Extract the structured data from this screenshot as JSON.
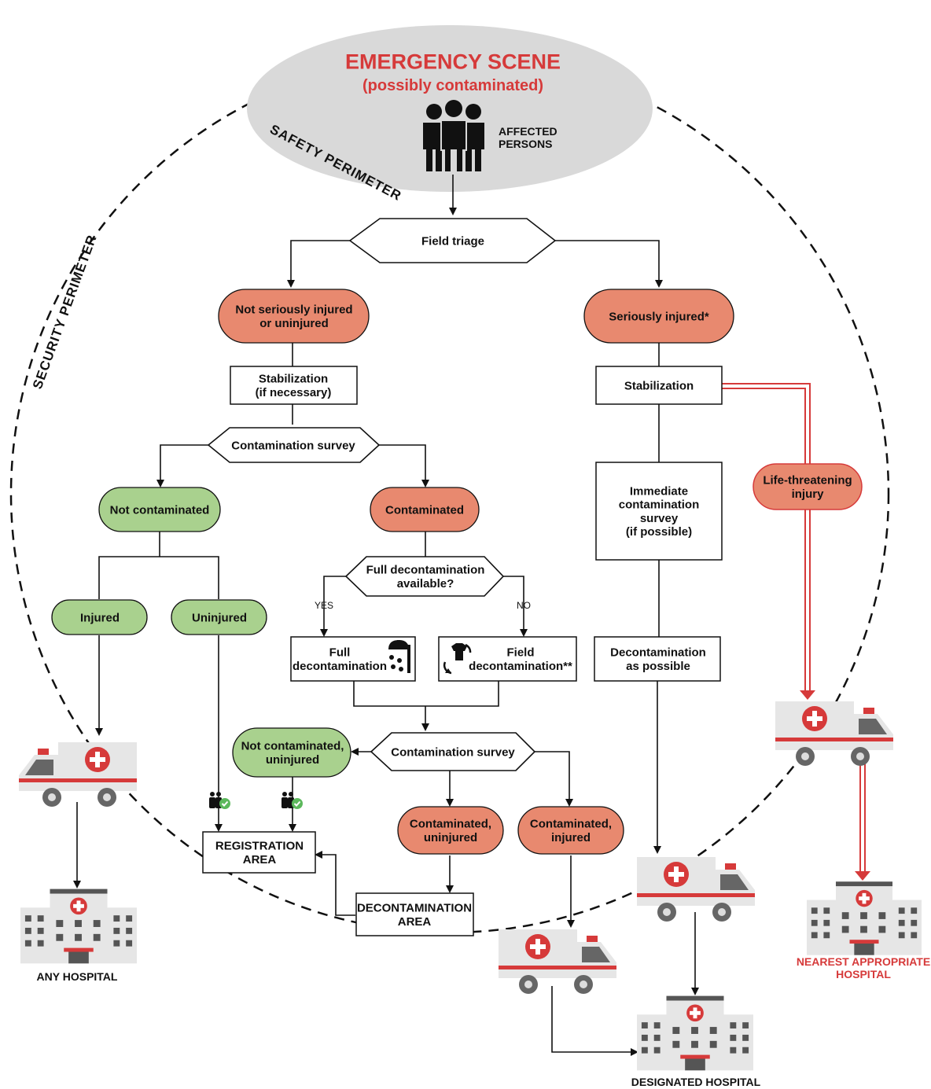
{
  "title": "EMERGENCY SCENE",
  "subtitle": "(possibly contaminated)",
  "affected_persons": [
    "AFFECTED",
    "PERSONS"
  ],
  "safety_perimeter": "SAFETY PERIMETER",
  "security_perimeter": "SECURITY PERIMETER",
  "nodes": {
    "field_triage": [
      "Field triage"
    ],
    "not_seriously_injured": [
      "Not seriously injured",
      "or uninjured"
    ],
    "seriously_injured": [
      "Seriously injured*"
    ],
    "stabilization_if_necessary": [
      "Stabilization",
      "(if necessary)"
    ],
    "stabilization": [
      "Stabilization"
    ],
    "contamination_survey_1": [
      "Contamination survey"
    ],
    "not_contaminated": [
      "Not contaminated"
    ],
    "contaminated": [
      "Contaminated"
    ],
    "immediate_survey": [
      "Immediate",
      "contamination",
      "survey",
      "(if possible)"
    ],
    "life_threatening": [
      "Life-threatening",
      "injury"
    ],
    "full_decon_available": [
      "Full decontamination",
      "available?"
    ],
    "yes": [
      "YES"
    ],
    "no": [
      "NO"
    ],
    "injured": [
      "Injured"
    ],
    "uninjured": [
      "Uninjured"
    ],
    "full_decontamination": [
      "Full",
      "decontamination"
    ],
    "field_decontamination": [
      "Field",
      "decontamination**"
    ],
    "decon_as_possible": [
      "Decontamination",
      "as possible"
    ],
    "not_contaminated_uninjured": [
      "Not contaminated,",
      "uninjured"
    ],
    "contamination_survey_2": [
      "Contamination survey"
    ],
    "contaminated_uninjured": [
      "Contaminated,",
      "uninjured"
    ],
    "contaminated_injured": [
      "Contaminated,",
      "injured"
    ],
    "registration_area": [
      "REGISTRATION",
      "AREA"
    ],
    "decontamination_area": [
      "DECONTAMINATION",
      "AREA"
    ]
  },
  "captions": {
    "any_hospital": [
      "ANY HOSPITAL"
    ],
    "designated_hospital": [
      "DESIGNATED HOSPITAL"
    ],
    "nearest_hospital": [
      "NEAREST APPROPRIATE",
      "HOSPITAL"
    ]
  },
  "colors": {
    "red": "#d63a3a",
    "salmon": "#e8896f",
    "green": "#a9d18e",
    "gray_ellipse": "#d9d9d9",
    "vehicle_gray": "#e6e6e6",
    "dark_gray": "#555555"
  },
  "icons": [
    "people-group-icon",
    "shower-icon",
    "clothes-change-icon",
    "people-check-icon",
    "ambulance-icon",
    "hospital-icon"
  ]
}
